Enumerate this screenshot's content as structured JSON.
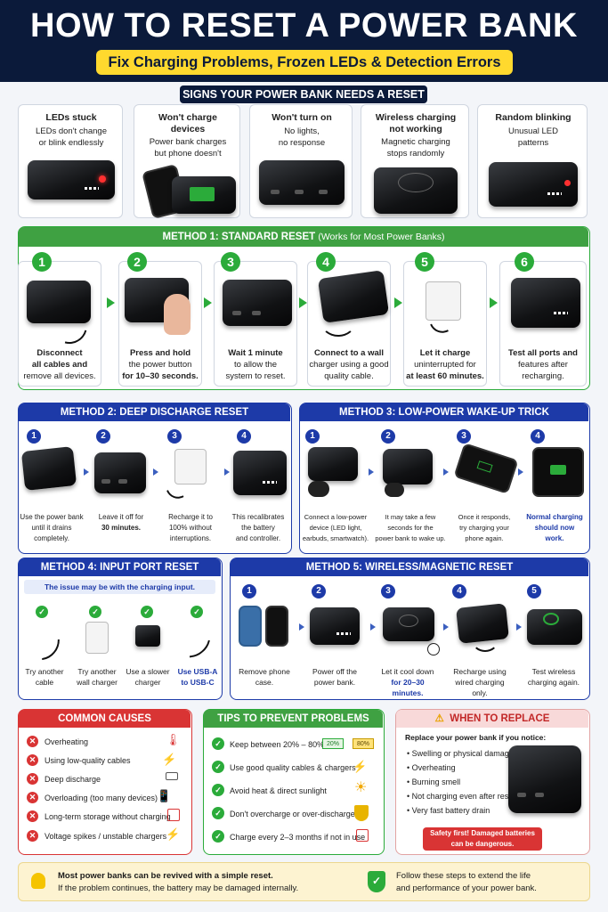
{
  "header": {
    "title": "HOW TO RESET A POWER BANK",
    "subtitle": "Fix Charging Problems, Frozen LEDs & Detection Errors"
  },
  "signs": {
    "title": "SIGNS YOUR POWER BANK NEEDS A RESET",
    "items": [
      {
        "title": "LEDs stuck",
        "desc1": "LEDs don't change",
        "desc2": "or blink endlessly"
      },
      {
        "title": "Won't charge",
        "title2": "devices",
        "desc1": "Power bank charges",
        "desc2": "but phone doesn't"
      },
      {
        "title": "Won't turn on",
        "desc1": "No lights,",
        "desc2": "no response"
      },
      {
        "title": "Wireless charging",
        "title2": "not working",
        "desc1": "Magnetic charging",
        "desc2": "stops randomly"
      },
      {
        "title": "Random blinking",
        "desc1": "Unusual LED",
        "desc2": "patterns"
      }
    ]
  },
  "method1": {
    "title": "METHOD 1: STANDARD RESET",
    "title_note": "(Works for Most Power Banks)",
    "steps": [
      {
        "n": "1",
        "l1": "Disconnect",
        "l2": "all cables and",
        "l3": "remove all devices."
      },
      {
        "n": "2",
        "l1": "Press and hold",
        "l2": "the power button",
        "l3": "for 10–30 seconds."
      },
      {
        "n": "3",
        "l1": "Wait 1 minute",
        "l2": "to allow the",
        "l3": "system to reset."
      },
      {
        "n": "4",
        "l1": "Connect to a wall",
        "l2": "charger using a good",
        "l3": "quality cable."
      },
      {
        "n": "5",
        "l1": "Let it charge",
        "l2": "uninterrupted for",
        "l3": "at least 60 minutes."
      },
      {
        "n": "6",
        "l1": "Test all ports and",
        "l2": "features after",
        "l3": "recharging."
      }
    ]
  },
  "method2": {
    "title": "METHOD 2: DEEP DISCHARGE RESET",
    "steps": [
      {
        "n": "1",
        "l1": "Use the power bank",
        "l2": "until it drains",
        "l3": "completely."
      },
      {
        "n": "2",
        "l1": "Leave it off for",
        "l2": "30 minutes.",
        "l3": ""
      },
      {
        "n": "3",
        "l1": "Recharge it to",
        "l2": "100% without",
        "l3": "interruptions."
      },
      {
        "n": "4",
        "l1": "This recalibrates",
        "l2": "the battery",
        "l3": "and controller."
      }
    ]
  },
  "method3": {
    "title": "METHOD 3: LOW-POWER WAKE-UP TRICK",
    "steps": [
      {
        "n": "1",
        "l1": "Connect a low-power",
        "l2": "device (LED light,",
        "l3": "earbuds, smartwatch)."
      },
      {
        "n": "2",
        "l1": "It may take a few",
        "l2": "seconds for the",
        "l3": "power bank to wake up."
      },
      {
        "n": "3",
        "l1": "Once it responds,",
        "l2": "try charging your",
        "l3": "phone again."
      },
      {
        "n": "4",
        "l1": "Normal charging",
        "l2": "should now",
        "l3": "work."
      }
    ]
  },
  "method4": {
    "title": "METHOD 4: INPUT PORT RESET",
    "note": "The issue may be with the charging input.",
    "items": [
      {
        "l1": "Try another",
        "l2": "cable"
      },
      {
        "l1": "Try another",
        "l2": "wall charger"
      },
      {
        "l1": "Use a slower",
        "l2": "charger"
      },
      {
        "l1": "Use USB-A",
        "l2": "to USB-C"
      }
    ]
  },
  "method5": {
    "title": "METHOD 5: WIRELESS/MAGNETIC RESET",
    "steps": [
      {
        "n": "1",
        "l1": "Remove phone",
        "l2": "case.",
        "l3": ""
      },
      {
        "n": "2",
        "l1": "Power off the",
        "l2": "power bank.",
        "l3": ""
      },
      {
        "n": "3",
        "l1": "Let it cool down",
        "l2": "for 20–30",
        "l3": "minutes."
      },
      {
        "n": "4",
        "l1": "Recharge using",
        "l2": "wired charging",
        "l3": "only."
      },
      {
        "n": "5",
        "l1": "Test wireless",
        "l2": "charging again.",
        "l3": ""
      }
    ]
  },
  "causes": {
    "title": "COMMON CAUSES",
    "items": [
      "Overheating",
      "Using low-quality cables",
      "Deep discharge",
      "Overloading (too many devices)",
      "Long-term storage without charging",
      "Voltage spikes / unstable chargers"
    ]
  },
  "tips": {
    "title": "TIPS TO PREVENT PROBLEMS",
    "items": [
      "Keep between 20% – 80%",
      "Use good quality cables & chargers",
      "Avoid heat & direct sunlight",
      "Don't overcharge or over-discharge",
      "Charge every 2–3 months if not in use"
    ],
    "badge_low": "20%",
    "badge_high": "80%"
  },
  "replace": {
    "title": "WHEN TO REPLACE",
    "intro": "Replace your power bank if you notice:",
    "items": [
      "Swelling or physical damage",
      "Overheating",
      "Burning smell",
      "Not charging even after reset",
      "Very fast battery drain"
    ],
    "warn1": "Safety first! Damaged batteries",
    "warn2": "can be dangerous."
  },
  "footer": {
    "left1": "Most power banks can be revived with a simple reset.",
    "left2": "If the problem continues, the battery may be damaged internally.",
    "right1": "Follow these steps to extend the life",
    "right2": "and performance of your power bank."
  },
  "colors": {
    "navy": "#0b1a3a",
    "green": "#2bab3a",
    "blue": "#1d3aa8",
    "red": "#d93434",
    "yellow": "#ffd92e"
  }
}
